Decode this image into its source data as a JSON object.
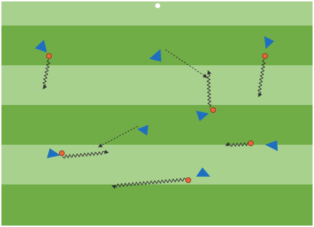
{
  "pitch": {
    "stripe_light": "#a9d18e",
    "stripe_dark": "#70ad47",
    "border": "#ffffff"
  },
  "colors": {
    "player": "#1f6fc0",
    "ball_fill": "#e8663a",
    "ball_stroke": "#8a2a10",
    "pass_line": "#333333",
    "dribble_line": "#333333"
  },
  "players": [
    {
      "id": "p1",
      "icon": "player-triangle-icon"
    },
    {
      "id": "p2",
      "icon": "player-triangle-icon"
    },
    {
      "id": "p3",
      "icon": "player-triangle-icon"
    },
    {
      "id": "p4",
      "icon": "player-triangle-icon"
    },
    {
      "id": "p5",
      "icon": "player-triangle-icon"
    },
    {
      "id": "p6",
      "icon": "player-triangle-icon"
    },
    {
      "id": "p7",
      "icon": "player-triangle-icon"
    },
    {
      "id": "p8",
      "icon": "player-triangle-icon"
    }
  ],
  "balls": [
    {
      "id": "b1",
      "icon": "soccer-ball-icon"
    },
    {
      "id": "b2",
      "icon": "soccer-ball-icon"
    },
    {
      "id": "b3",
      "icon": "soccer-ball-icon"
    },
    {
      "id": "b4",
      "icon": "soccer-ball-icon"
    },
    {
      "id": "b5",
      "icon": "soccer-ball-icon"
    },
    {
      "id": "b6",
      "icon": "soccer-ball-icon"
    }
  ],
  "moves": [
    {
      "id": "m1",
      "kind": "dribble"
    },
    {
      "id": "m2",
      "kind": "dribble"
    },
    {
      "id": "m3",
      "kind": "dribble"
    },
    {
      "id": "m4",
      "kind": "dribble"
    },
    {
      "id": "m5",
      "kind": "dribble"
    },
    {
      "id": "m6",
      "kind": "dribble"
    },
    {
      "id": "m7",
      "kind": "pass"
    },
    {
      "id": "m8",
      "kind": "pass"
    }
  ]
}
